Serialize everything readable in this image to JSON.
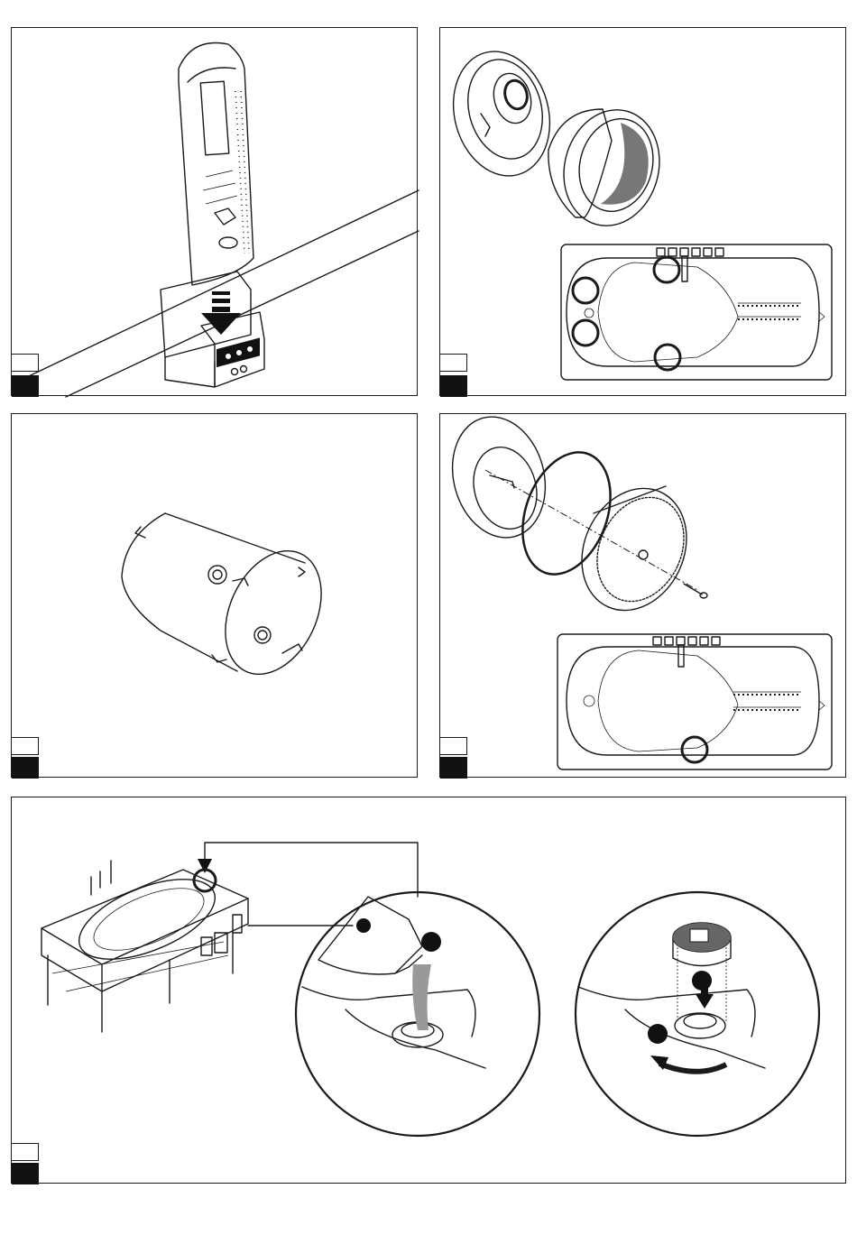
{
  "panels": [
    {
      "id": "p1",
      "subject": "remote-in-dock"
    },
    {
      "id": "p2",
      "subject": "jet-nozzle"
    },
    {
      "id": "p3",
      "subject": "cylinder-housing"
    },
    {
      "id": "p4",
      "subject": "suction-filter"
    },
    {
      "id": "p5",
      "subject": "fill-disinfectant"
    }
  ],
  "colors": {
    "ink": "#1a1a1a",
    "tag": "#111111",
    "fill-grey": "#777777"
  }
}
